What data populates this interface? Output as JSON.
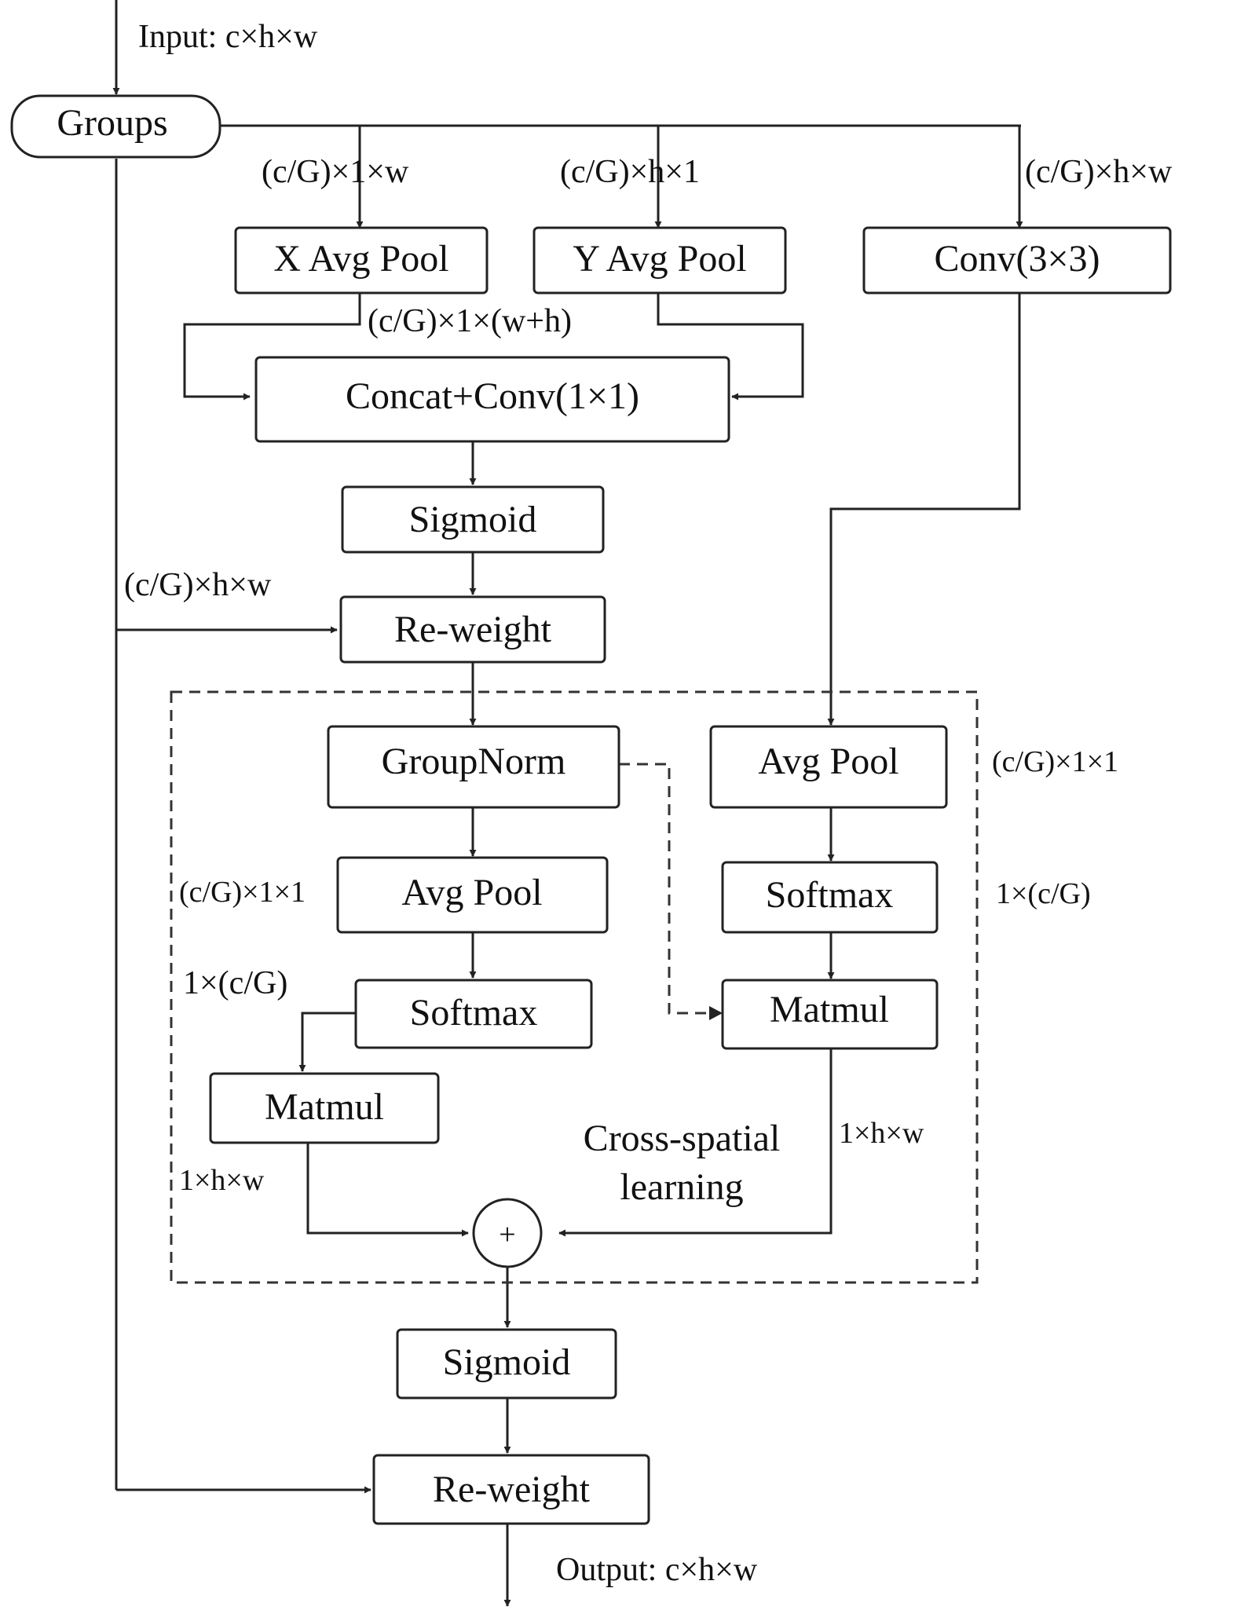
{
  "labels": {
    "input": "Input: c×h×w",
    "output": "Output: c×h×w",
    "groups": "Groups",
    "x_pool": "X Avg Pool",
    "y_pool": "Y Avg Pool",
    "conv3": "Conv(3×3)",
    "concat": "Concat+Conv(1×1)",
    "sigmoid": "Sigmoid",
    "reweight": "Re-weight",
    "groupnorm": "GroupNorm",
    "avgpool": "Avg Pool",
    "softmax": "Softmax",
    "matmul": "Matmul",
    "plus": "+",
    "cross_spatial_1": "Cross-spatial",
    "cross_spatial_2": "learning"
  },
  "dims": {
    "x_branch": "(c/G)×1×w",
    "y_branch": "(c/G)×h×1",
    "conv_branch": "(c/G)×h×w",
    "concat_dim": "(c/G)×1×(w+h)",
    "skip_dim": "(c/G)×h×w",
    "right_pool_dim": "(c/G)×1×1",
    "right_softmax_dim": "1×(c/G)",
    "left_pool_dim": "(c/G)×1×1",
    "left_softmax_dim": "1×(c/G)",
    "left_matmul_dim": "1×h×w",
    "right_matmul_dim": "1×h×w"
  }
}
